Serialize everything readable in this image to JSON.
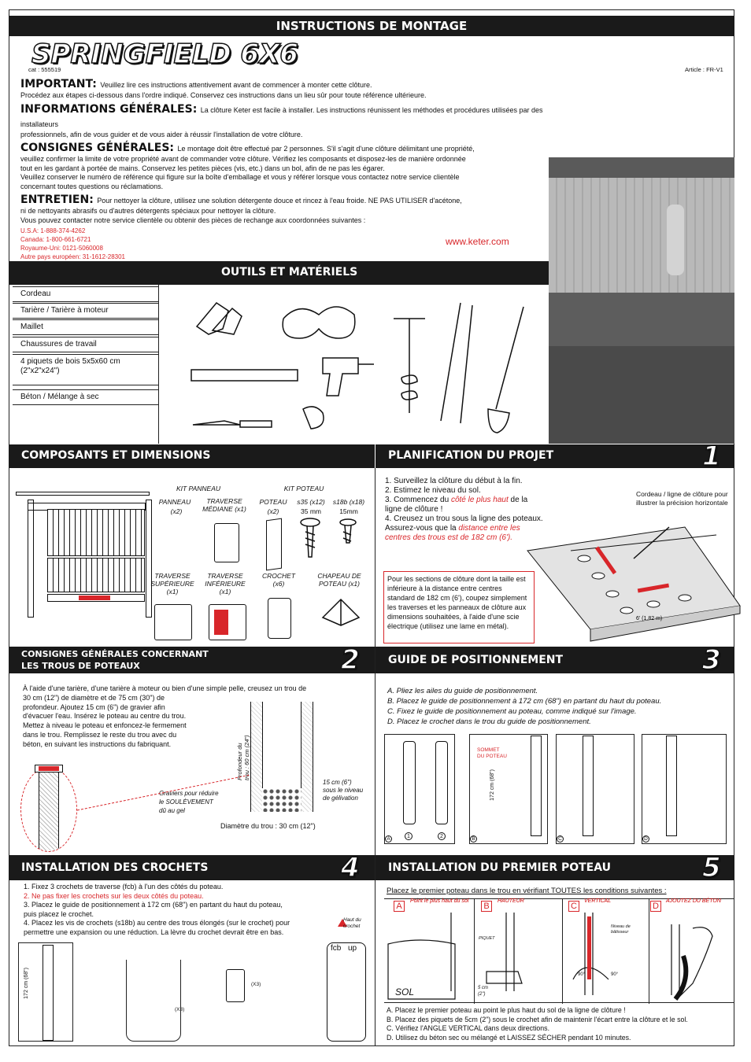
{
  "header": {
    "banner": "INSTRUCTIONS DE MONTAGE",
    "title": "SPRINGFIELD 6X6",
    "cat": "cat : 555519",
    "article": "Article : FR-V1"
  },
  "intro": {
    "important_h": "IMPORTANT:",
    "important_1": "Veuillez lire ces instructions attentivement  avant de commencer à monter cette clôture.",
    "important_2": "Procédez aux étapes ci-dessous dans l'ordre indiqué. Conservez ces instructions dans un lieu sûr pour toute référence ultérieure.",
    "info_h": "INFORMATIONS GÉNÉRALES:",
    "info_1": "La clôture Keter est facile à installer. Les instructions réunissent les méthodes et procédures utilisées par des installateurs",
    "info_2": "professionnels, afin de vous guider et de vous aider à réussir l'installation de votre clôture.",
    "cons_h": "CONSIGNES GÉNÉRALES:",
    "cons_1": "Le montage doit être effectué par 2 personnes. S'il s'agit d'une clôture délimitant une propriété,",
    "cons_2": "veuillez confirmer la limite de votre propriété avant de commander votre clôture. Vérifiez les composants et disposez-les de manière ordonnée",
    "cons_3": "tout en les gardant à portée de mains. Conservez les petites pièces (vis, etc.) dans un bol, afin de ne pas les égarer.",
    "cons_4": "Veuillez conserver le numéro de référence qui figure sur la boîte d'emballage et vous y référer lorsque vous contactez notre service clientèle",
    "cons_5": "concernant toutes questions ou réclamations.",
    "ent_h": "ENTRETIEN:",
    "ent_1": "Pour nettoyer la clôture, utilisez une solution détergente douce et rincez à l'eau froide. NE PAS UTILISER d'acétone,",
    "ent_2": "ni de nettoyants abrasifs ou d'autres détergents spéciaux pour nettoyer la clôture.",
    "ent_3": "Vous pouvez contacter notre service clientèle ou obtenir des pièces de rechange aux coordonnées suivantes :",
    "contacts": [
      "U.S.A: 1-888-374-4262",
      "Canada: 1-800-661-6721",
      "Royaume-Uni: 0121-5060008",
      "Autre pays européen:  31-1612-28301"
    ],
    "website": "www.keter.com"
  },
  "tools": {
    "title": "OUTILS ET MATÉRIELS",
    "items": [
      "Cordeau",
      "Tarière / Tarière à moteur",
      "Maillet",
      "Chaussures de travail",
      "4 piquets de bois 5x5x60 cm\n(2\"x2\"x24\")",
      "Béton / Mélange à sec"
    ]
  },
  "components": {
    "title": "COMPOSANTS ET DIMENSIONS",
    "kit_panneau": "KIT PANNEAU",
    "kit_poteau": "KIT POTEAU",
    "panneau": "PANNEAU",
    "panneau_q": "(x2)",
    "traverse_med": "TRAVERSE\nMÉDIANE (x1)",
    "poteau": "POTEAU",
    "poteau_q": "(x2)",
    "s35": "s35 (x12)",
    "s35_mm": "35 mm",
    "s18b": "s18b (x18)",
    "s18b_mm": "15mm",
    "trav_sup": "TRAVERSE\nSUPÉRIEURE\n(x1)",
    "trav_inf": "TRAVERSE\nINFÉRIEURE\n(x1)",
    "crochet": "CROCHET\n(x6)",
    "chapeau": "CHAPEAU DE\nPOTEAU  (x1)"
  },
  "planning": {
    "title": "PLANIFICATION DU PROJET",
    "num": "1",
    "s1": "1. Surveillez la clôture du début à la fin.",
    "s2": "2. Estimez le niveau du sol.",
    "s3a": "3. Commencez du ",
    "s3b": "côté le plus haut",
    "s3c": " de la",
    "s3d": "ligne de clôture !",
    "s4": "4. Creusez un trou sous la ligne des poteaux.",
    "s5a": "Assurez-vous que la ",
    "s5b": "distance entre les",
    "s5c": "centres des trous est de 182 cm (6').",
    "note": "Pour les sections de clôture dont la taille est inférieure à la distance entre centres standard de 182 cm (6'), coupez simplement les traverses et les panneaux de clôture aux dimensions souhaitées, à l'aide d'une scie électrique (utilisez une lame en métal).",
    "cordeau": "Cordeau / ligne de clôture pour illustrer la précision horizontale",
    "dim": "6' (1.82 m)"
  },
  "holes": {
    "title_1": "CONSIGNES GÉNÉRALES CONCERNANT",
    "title_2": "LES TROUS DE POTEAUX",
    "num": "2",
    "lines": [
      "À l'aide d'une tarière, d'une tarière à moteur ou bien d'une simple pelle, creusez un trou de",
      "30 cm (12\") de diamètre et de 75 cm (30\") de",
      "profondeur. Ajoutez 15 cm (6\") de gravier afin",
      "d'évacuer l'eau. Insérez le poteau au centre du trou.",
      "Mettez à niveau le poteau et enfoncez-le fermement",
      "dans le trou. Remplissez le reste du trou avec du",
      "béton, en suivant les instructions du fabriquant."
    ],
    "prof": "Profondeur du\ntrou : 60 cm (24\")",
    "gel": "15 cm (6\")\nsous le niveau\nde gélivation",
    "gravier": "Graviers pour réduire\nle SOULÈVEMENT\ndû au gel",
    "diam": "Diamètre du trou : 30 cm (12\")"
  },
  "guide": {
    "title": "GUIDE DE POSITIONNEMENT",
    "num": "3",
    "a": "A. Pliez les ailes du guide de positionnement.",
    "b": "B. Placez le guide de positionnement à 172 cm (68\") en partant du haut du poteau.",
    "c": "C. Fixez le guide de positionnement au poteau, comme indiqué sur l'image.",
    "d": "D. Placez le crochet dans le trou du guide de positionnement.",
    "sommet": "SOMMET\nDU POTEAU",
    "h172": "172 cm (68\")",
    "lA": "A",
    "lB": "B",
    "lC": "C",
    "lD": "D",
    "n1": "1",
    "n2": "2"
  },
  "brackets": {
    "title": "INSTALLATION DES CROCHETS",
    "num": "4",
    "s1": "1. Fixez 3 crochets de traverse (fcb) à l'un des côtés du poteau.",
    "s2": "2. Ne pas fixer les crochets sur les deux côtés du poteau.",
    "s3": "3. Placez le guide de positionnement à 172 cm (68\") en partant du haut du poteau,",
    "s3b": "puis placez le crochet.",
    "s4": "4. Placez les vis de crochets (s18b) au centre des trous élongés (sur le crochet) pour",
    "s4b": "permettre une expansion ou une réduction. La lèvre du crochet devrait être en bas.",
    "haut": "Haut du\ncrochet",
    "fcb": "fcb",
    "up": "up",
    "h172": "172 cm (68\")",
    "x3": "(X3)"
  },
  "first_post": {
    "title": "INSTALLATION DU PREMIER POTEAU",
    "num": "5",
    "intro": "Placez le premier poteau dans le trou en vérifiant TOUTES les conditions suivantes :",
    "pA": "A",
    "pB": "B",
    "pC": "C",
    "pD": "D",
    "tA": "Point le plus haut du sol",
    "tB": "HAUTEUR",
    "tC": "VERTICAL",
    "tD": "AJOUTEZ DU BÉTON",
    "sol": "SOL",
    "piquet": "PIQUET",
    "cm5": "5 cm\n(2\")",
    "niveau": "Niveau de\nbâtisseur",
    "deg": "90°",
    "a": "A. Placez le premier poteau au point le plus haut du sol de la ligne de clôture !",
    "b": "B. Placez des piquets de 5cm (2\") sous le crochet afin de maintenir l'écart entre la clôture et le sol.",
    "c": "C. Vérifiez l'ANGLE VERTICAL dans deux directions.",
    "d": "D. Utilisez du béton sec ou mélangé et LAISSEZ SÉCHER pendant 10 minutes."
  },
  "colors": {
    "accent": "#d8262a",
    "bar": "#1a1a1a"
  }
}
